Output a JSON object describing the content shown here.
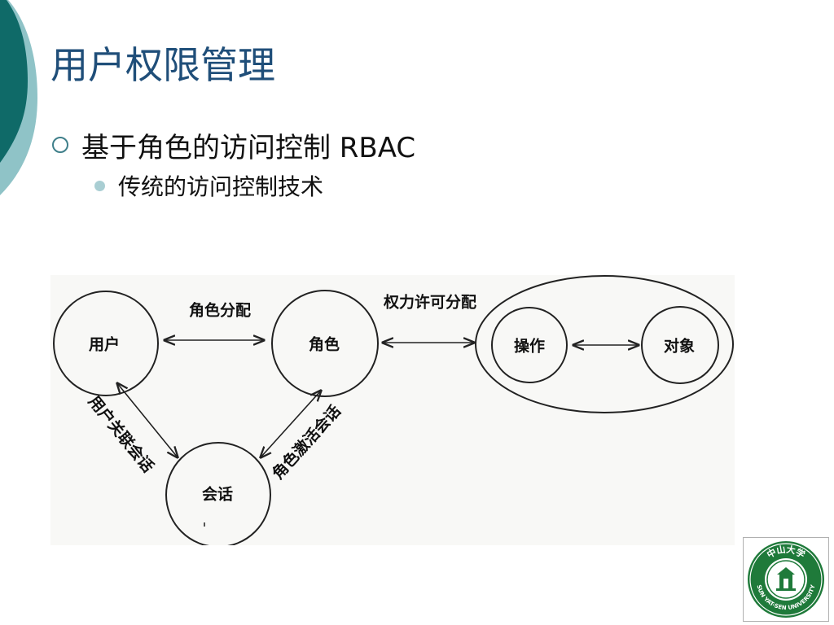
{
  "slide": {
    "title": "用户权限管理",
    "bullets": [
      {
        "level": 1,
        "text": "基于角色的访问控制 RBAC",
        "children": [
          {
            "level": 2,
            "text": "传统的访问控制技术"
          }
        ]
      }
    ]
  },
  "diagram": {
    "nodes": {
      "user": "用户",
      "role": "角色",
      "operation": "操作",
      "object": "对象",
      "session": "会话"
    },
    "edges": {
      "role_assignment": "角色分配",
      "permission_assignment": "权力许可分配",
      "user_session": "用户关联会话",
      "role_activation": "角色激活会话"
    }
  },
  "logo": {
    "name": "SUN YAT-SEN UNIVERSITY",
    "chinese": "中山大学"
  },
  "colors": {
    "title": "#1f4e79",
    "deco_dark": "#0f6a68",
    "deco_light": "#8fc3c7",
    "logo_green": "#1f7a3a"
  }
}
